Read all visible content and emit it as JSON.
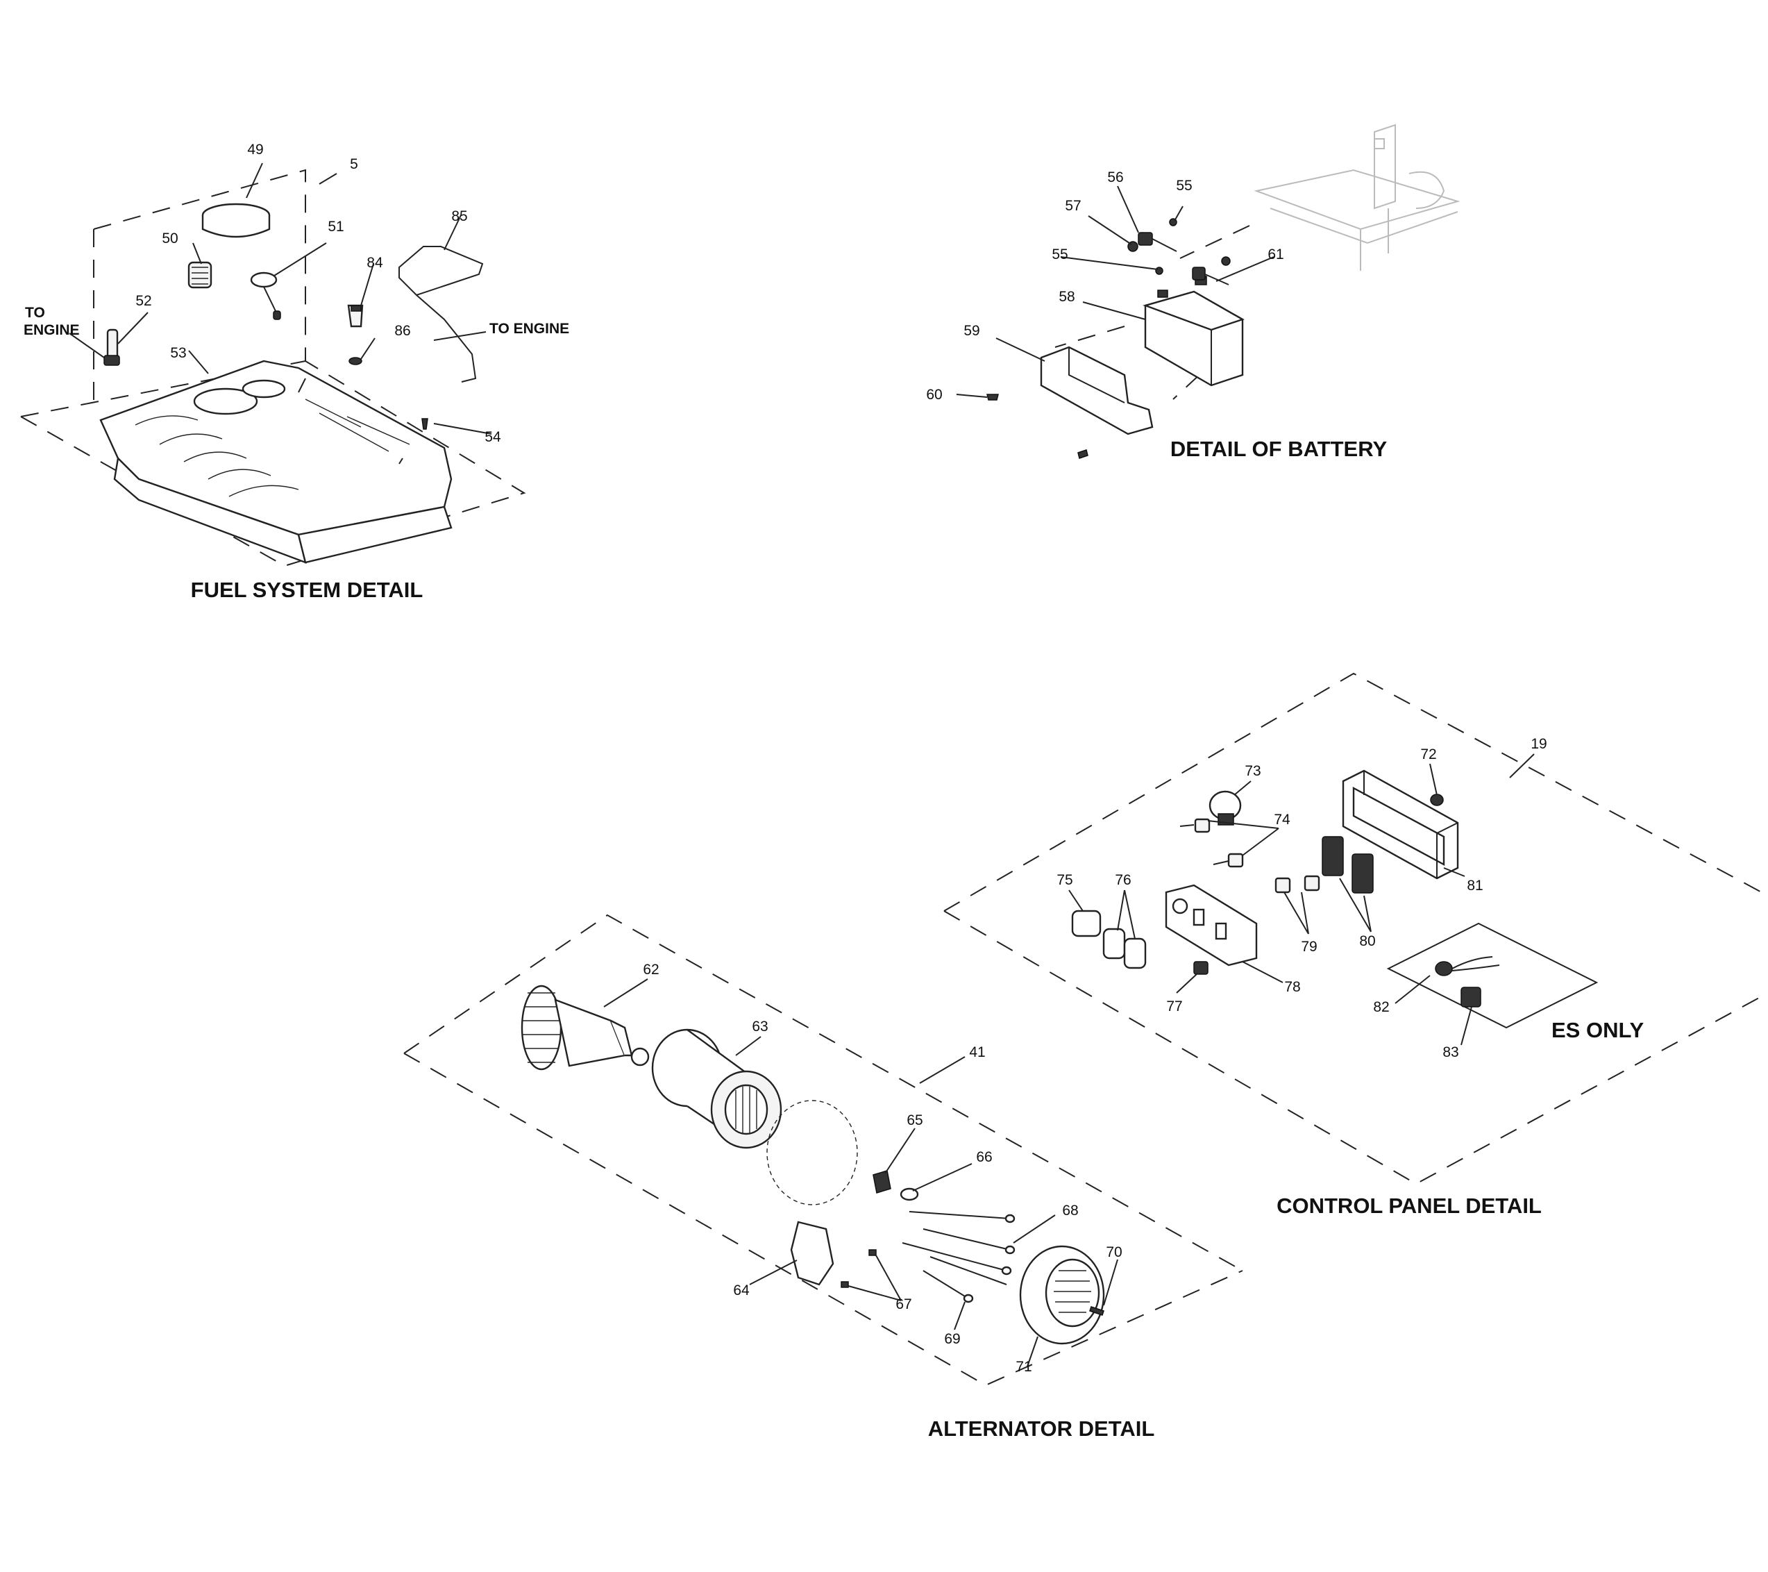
{
  "sections": {
    "fuel": {
      "title": "FUEL SYSTEM DETAIL",
      "notes": [
        "TO",
        "ENGINE",
        "TO ENGINE"
      ],
      "labels": [
        "49",
        "5",
        "50",
        "51",
        "85",
        "84",
        "52",
        "86",
        "53",
        "54"
      ]
    },
    "battery": {
      "title": "DETAIL OF BATTERY",
      "labels": [
        "56",
        "55",
        "57",
        "55",
        "61",
        "58",
        "59",
        "60"
      ]
    },
    "control_panel": {
      "title": "CONTROL PANEL DETAIL",
      "sub_title": "ES ONLY",
      "labels": [
        "72",
        "19",
        "73",
        "74",
        "75",
        "76",
        "81",
        "79",
        "80",
        "77",
        "78",
        "82",
        "83"
      ]
    },
    "alternator": {
      "title": "ALTERNATOR DETAIL",
      "labels": [
        "62",
        "63",
        "41",
        "65",
        "66",
        "68",
        "70",
        "64",
        "67",
        "69",
        "71"
      ]
    }
  }
}
